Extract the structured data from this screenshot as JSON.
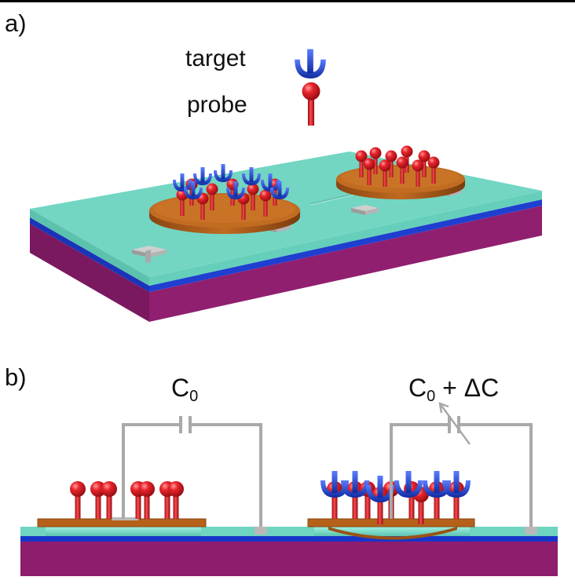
{
  "panels": {
    "a": {
      "label": "a)"
    },
    "b": {
      "label": "b)"
    }
  },
  "legend": {
    "target_label": "target",
    "probe_label": "probe"
  },
  "capacitors": {
    "left": {
      "symbol": "C",
      "subscript": "0",
      "suffix": ""
    },
    "right": {
      "symbol": "C",
      "subscript": "0",
      "suffix": " + ΔC"
    }
  },
  "colors": {
    "target": "#1f3fc4",
    "probe": "#d8141c",
    "electrode": "#b5611a",
    "membrane": "#6fd4c0",
    "insulator": "#1736c8",
    "substrate": "#8e1d6e",
    "contact": "#b9b9b9",
    "wire": "#a9a9a9"
  }
}
